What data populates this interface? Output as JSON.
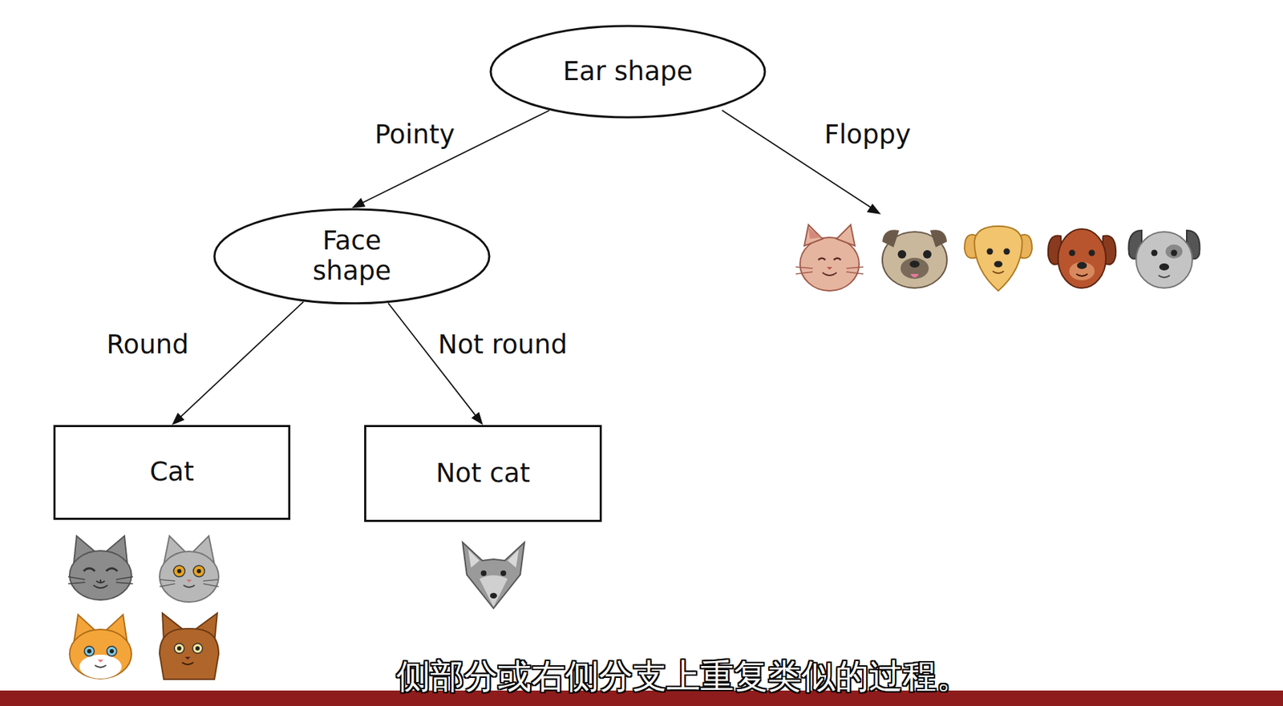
{
  "diagram": {
    "nodes": [
      {
        "text": [
          "Ear shape"
        ]
      },
      {
        "text": [
          "Face shape"
        ]
      },
      {
        "text": [
          "Cat"
        ]
      },
      {
        "text": [
          "Not cat"
        ]
      }
    ],
    "edges": [
      {
        "from": 0,
        "to": 1,
        "label": "Pointy",
        "arrow": "to"
      },
      {
        "from": 1,
        "to": 2,
        "label": "Round",
        "arrow": "to"
      },
      {
        "from": 1,
        "to": 3,
        "label": "Not round",
        "arrow": "to"
      }
    ],
    "labels": [
      "Floppy",
      "侧部分或右侧分支上重复类似的过程。"
    ]
  }
}
